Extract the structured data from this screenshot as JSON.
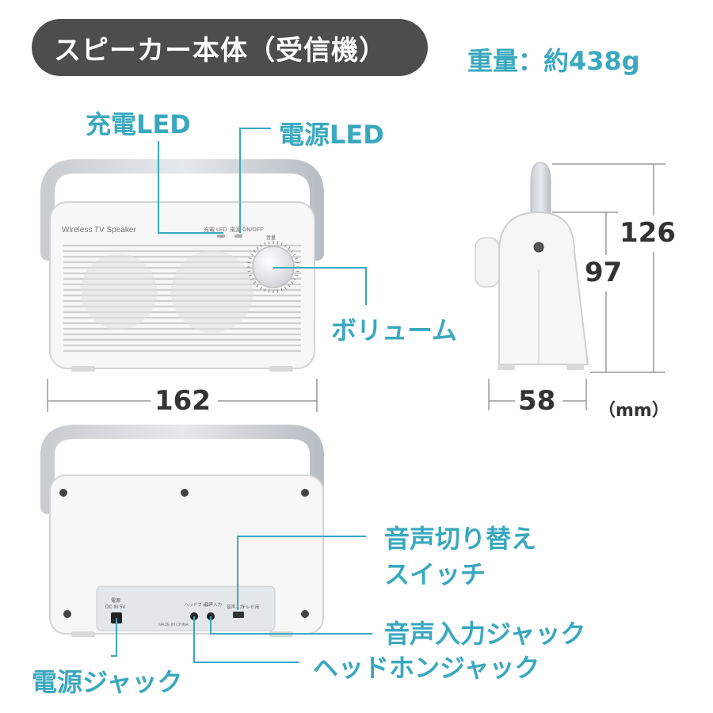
{
  "title": "スピーカー本体（受信機）",
  "weight": "重量：約438g",
  "callouts": {
    "charge_led": "充電LED",
    "power_led": "電源LED",
    "volume": "ボリューム",
    "audio_switch_line1": "音声切り替え",
    "audio_switch_line2": "スイッチ",
    "audio_input_jack": "音声入力ジャック",
    "headphone_jack": "ヘッドホンジャック",
    "power_jack": "電源ジャック"
  },
  "dimensions": {
    "width": "162",
    "depth": "58",
    "height_total": "126",
    "height_body": "97",
    "unit": "（mm）"
  },
  "device_print": {
    "brand": "Wireless TV Speaker",
    "led_charge": "充電 LED",
    "led_power": "電源 ON/OFF",
    "volume_knob": "音量",
    "rear_power": "電源",
    "rear_dcin": "DC IN 5V",
    "rear_headphone": "ヘッドフォン",
    "rear_audio_in": "音声入力",
    "rear_switch_a": "音声入力",
    "rear_switch_b": "テレビ用",
    "rear_made_in": "MADE IN CHINA"
  },
  "colors": {
    "accent": "#3aa8be",
    "pill": "#4d4d4d",
    "text_dark": "#333333",
    "line_gray": "#999999"
  }
}
